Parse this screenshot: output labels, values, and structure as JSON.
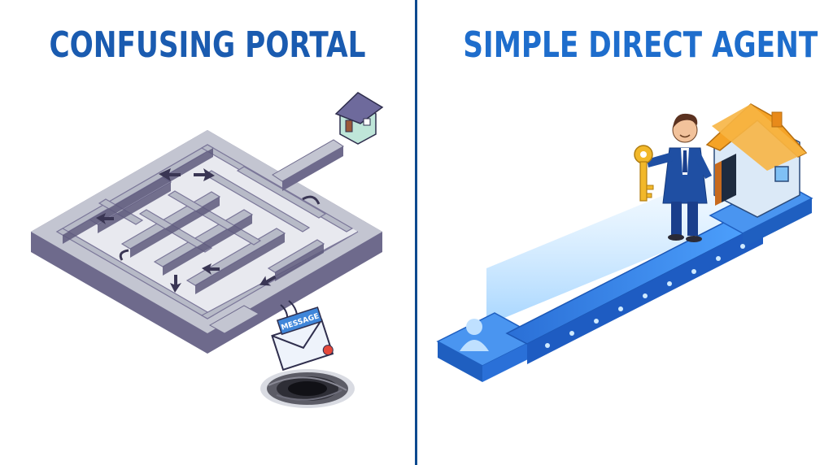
{
  "left": {
    "title": "CONFUSING PORTAL",
    "envelope_label": "MESSAGE",
    "icons": [
      "house-icon",
      "envelope-icon",
      "vortex-icon",
      "arrow-icon"
    ]
  },
  "right": {
    "title": "SIMPLE DIRECT AGENT",
    "icons": [
      "agent-figure",
      "key-icon",
      "house-icon",
      "user-silhouette-icon"
    ]
  },
  "colors": {
    "title_blue": "#1d5fb5",
    "divider": "#0d4a8f",
    "maze_top": "#b9bcc8",
    "maze_side": "#6e6a8c",
    "platform_blue": "#2f7fe6",
    "house_roof": "#f5a326",
    "key_gold": "#f2b82a"
  }
}
